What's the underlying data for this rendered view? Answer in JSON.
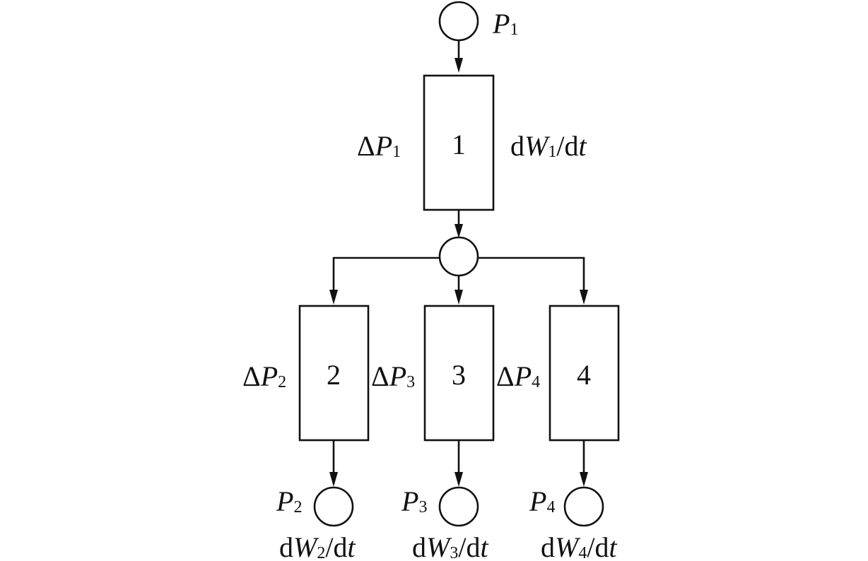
{
  "diagram": {
    "delta_symbol": "Δ",
    "variable_P": "P",
    "rate_prefix": "d",
    "variable_W": "W",
    "rate_suffix_slash": "/d",
    "variable_t": "t",
    "nodes": {
      "input": {
        "index": "1"
      },
      "outputs": [
        {
          "index": "2"
        },
        {
          "index": "3"
        },
        {
          "index": "4"
        }
      ]
    },
    "blocks": [
      {
        "number": "1",
        "delta_index": "1",
        "rate_index": "1"
      },
      {
        "number": "2",
        "delta_index": "2",
        "rate_index": "2"
      },
      {
        "number": "3",
        "delta_index": "3",
        "rate_index": "3"
      },
      {
        "number": "4",
        "delta_index": "4",
        "rate_index": "4"
      }
    ]
  }
}
